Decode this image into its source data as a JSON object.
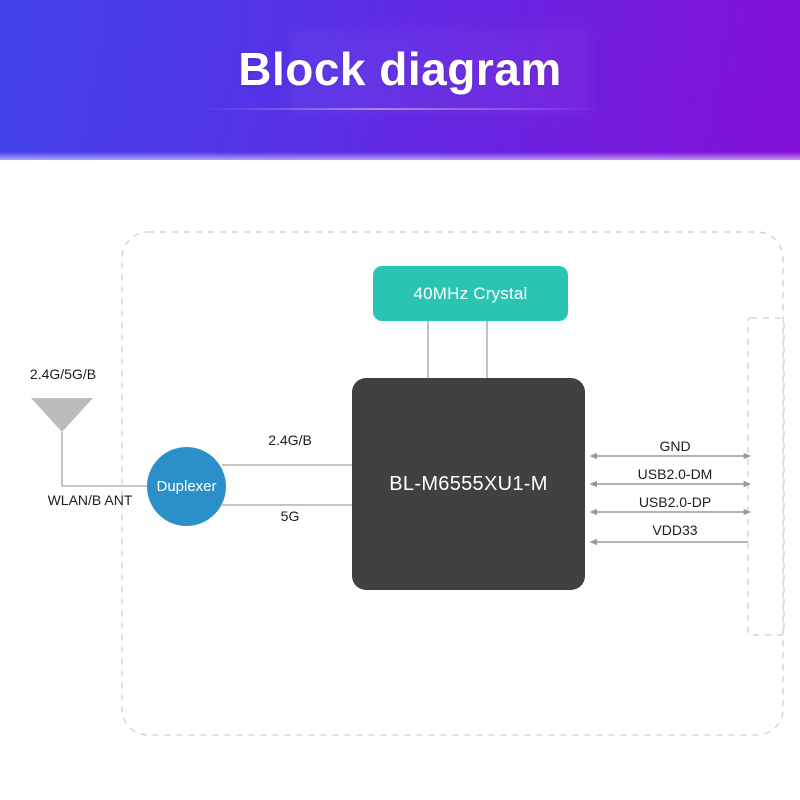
{
  "header": {
    "title": "Block diagram",
    "gradient_from": "#4343e9",
    "gradient_to": "#8310d8",
    "text_color": "#ffffff"
  },
  "diagram": {
    "module_boundary_label": "",
    "nodes": {
      "crystal": {
        "label": "40MHz Crystal",
        "color": "#2ac4b3",
        "text_color": "#ffffff"
      },
      "chip": {
        "label": "BL-M6555XU1-M",
        "color": "#414141",
        "text_color": "#ffffff"
      },
      "duplexer": {
        "label": "Duplexer",
        "color": "#2b90c8",
        "text_color": "#ffffff"
      },
      "antenna": {
        "icon": "antenna-triangle-icon",
        "top_label": "2.4G/5G/B",
        "bottom_label": "WLAN/B ANT",
        "color": "#bdbdbd"
      }
    },
    "internal_links": [
      {
        "label": "2.4G/B",
        "from": "duplexer",
        "to": "chip"
      },
      {
        "label": "5G",
        "from": "duplexer",
        "to": "chip"
      }
    ],
    "interface_signals": [
      {
        "label": "GND",
        "direction": "bidirectional"
      },
      {
        "label": "USB2.0-DM",
        "direction": "bidirectional"
      },
      {
        "label": "USB2.0-DP",
        "direction": "bidirectional"
      },
      {
        "label": "VDD33",
        "direction": "left"
      }
    ],
    "line_color": "#b3b3b3",
    "dashed_color": "#cfcfcf"
  }
}
